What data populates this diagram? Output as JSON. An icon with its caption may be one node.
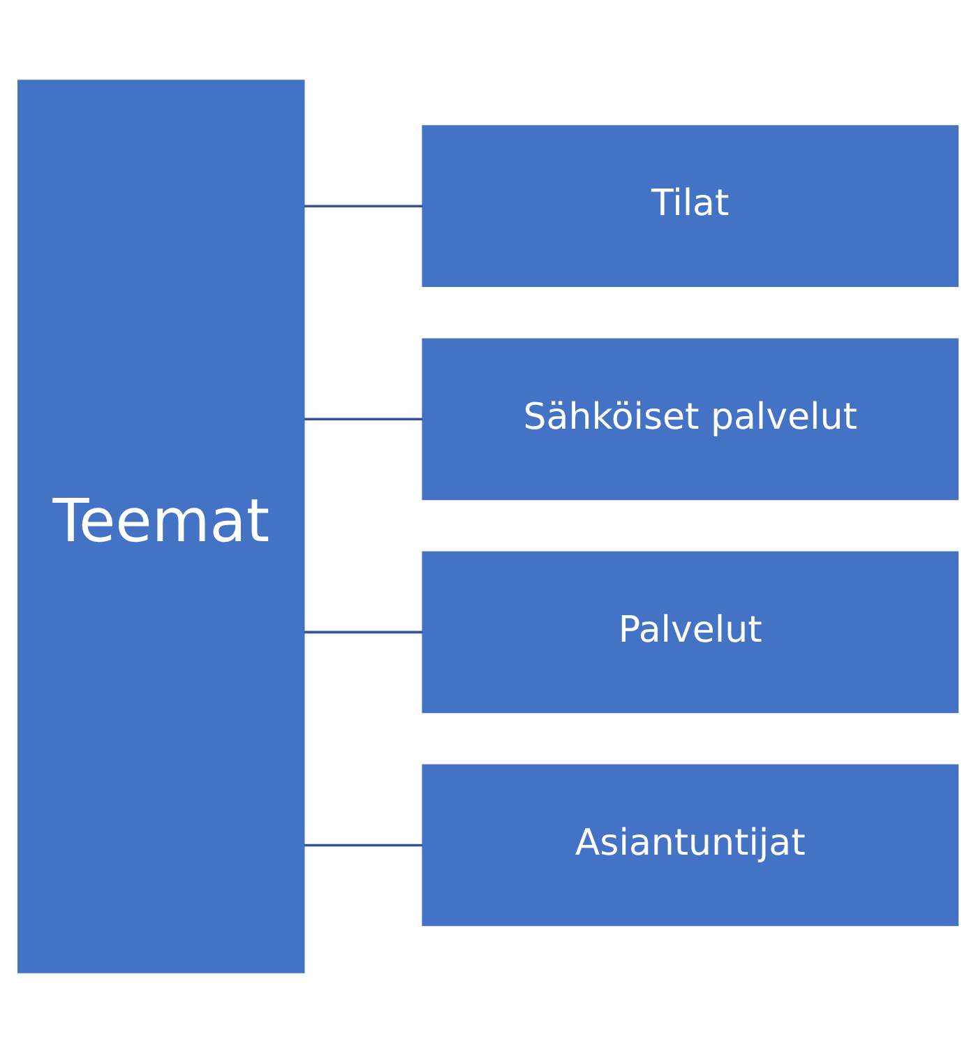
{
  "diagram": {
    "nodes": [
      {
        "text": [
          "Teemat"
        ]
      },
      {
        "text": [
          "Tilat"
        ]
      },
      {
        "text": [
          "Sähköiset palvelut"
        ]
      },
      {
        "text": [
          "Palvelut"
        ]
      },
      {
        "text": [
          "Asiantuntijat"
        ]
      }
    ],
    "edges": [
      {
        "from": 0,
        "to": 1,
        "arrow": "none"
      },
      {
        "from": 0,
        "to": 2,
        "arrow": "none"
      },
      {
        "from": 0,
        "to": 3,
        "arrow": "none"
      },
      {
        "from": 0,
        "to": 4,
        "arrow": "none"
      }
    ]
  }
}
